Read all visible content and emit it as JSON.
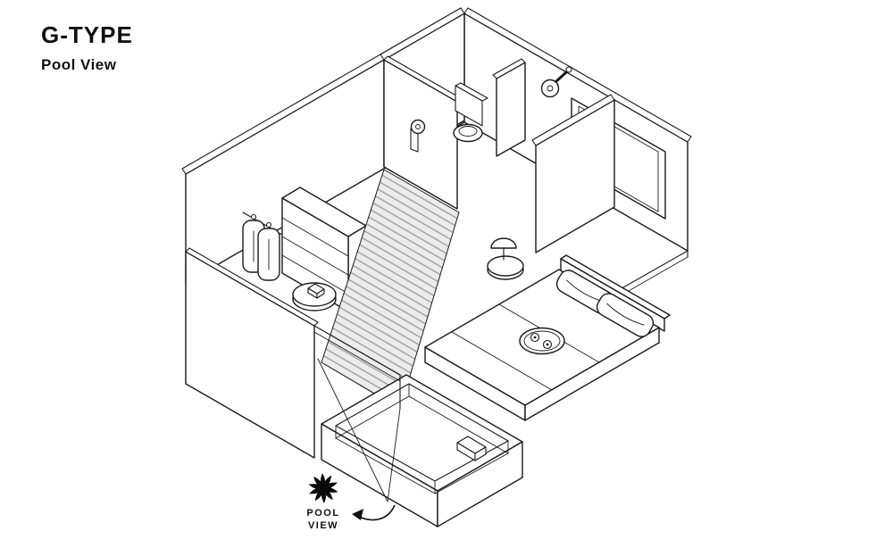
{
  "header": {
    "title": "G-TYPE",
    "subtitle": "Pool View"
  },
  "annotation": {
    "label_line1": "POOL",
    "label_line2": "VIEW"
  },
  "diagram": {
    "kind": "isometric room floor plan",
    "rooms": [
      "bathroom",
      "bedroom",
      "entry corridor",
      "wardrobe area",
      "pool terrace"
    ],
    "furnishings": [
      "toilet",
      "shower head",
      "toilet paper roll",
      "shelf unit",
      "hanging robes",
      "round stool",
      "double bed",
      "pillows",
      "serving tray",
      "wall picture frame",
      "bedside table with dome lamp",
      "plunge pool",
      "glass door"
    ],
    "colors": {
      "line": "#1a1a1a",
      "corridor_hatch_fill": "#ececec",
      "corridor_hatch_line": "#9a9a9a",
      "marker": "#0a0a0a",
      "background": "#ffffff"
    }
  }
}
